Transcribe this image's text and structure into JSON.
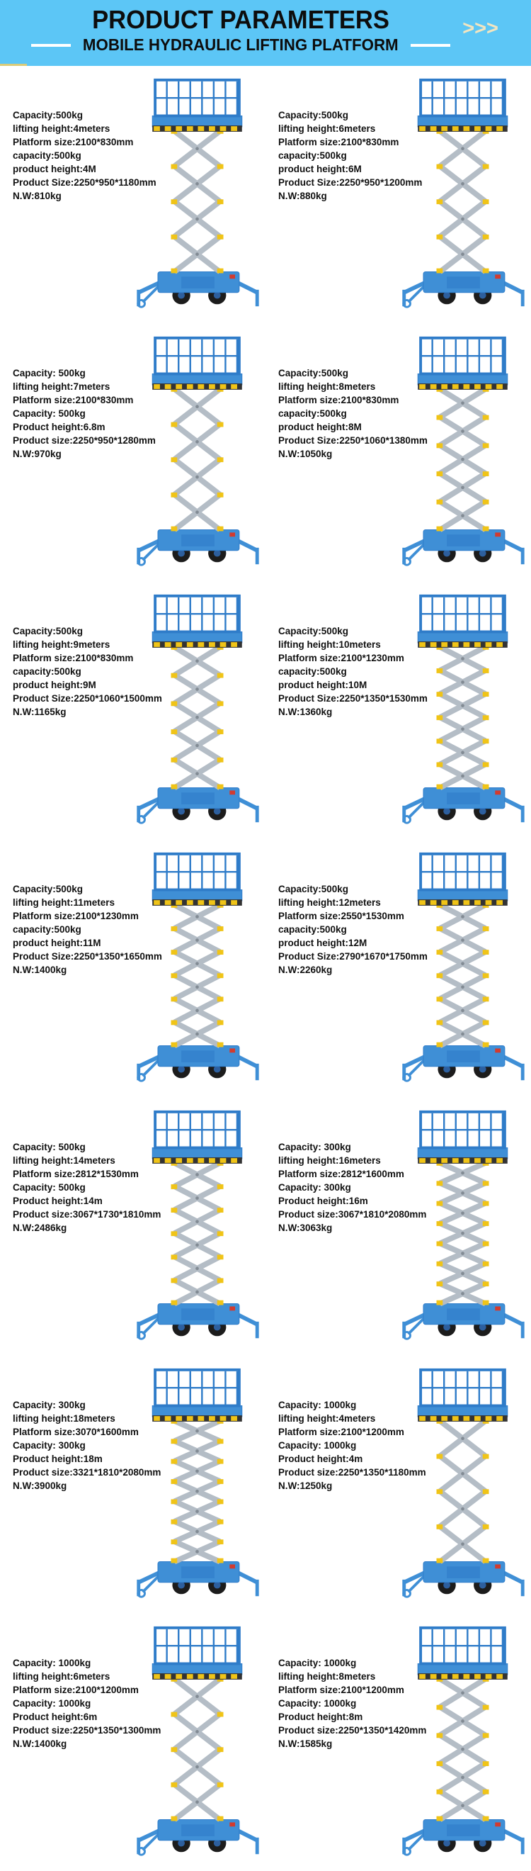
{
  "header": {
    "title": "PRODUCT PARAMETERS",
    "subtitle": "MOBILE HYDRAULIC LIFTING PLATFORM",
    "chevrons": ">>>",
    "background_color": "#5cc6f6",
    "text_color": "#0d0d0d",
    "dash_color": "#ffffff",
    "chevron_color": "#f2e5c0",
    "accent_line_color": "#d9cb79"
  },
  "illustration_colors": {
    "platform_blue": "#3f8fd6",
    "railing_blue": "#2f7cc9",
    "scissor_gray": "#b4bdc6",
    "hazard_yellow": "#f0c417",
    "wheel_black": "#1c1c1c",
    "hub_blue": "#2d5f9e"
  },
  "products": [
    {
      "id": "500kg-4m",
      "scissors": 4,
      "specs": [
        "Capacity:500kg",
        "lifting height:4meters",
        "Platform size:2100*830mm",
        "capacity:500kg",
        "product height:4M",
        "Product Size:2250*950*1180mm",
        "N.W:810kg"
      ]
    },
    {
      "id": "500kg-6m",
      "scissors": 4,
      "specs": [
        "Capacity:500kg",
        "lifting height:6meters",
        "Platform size:2100*830mm",
        "capacity:500kg",
        "product height:6M",
        "Product Size:2250*950*1200mm",
        "N.W:880kg"
      ]
    },
    {
      "id": "500kg-7m",
      "scissors": 4,
      "specs": [
        "Capacity: 500kg",
        "lifting height:7meters",
        "Platform size:2100*830mm",
        "Capacity: 500kg",
        "Product height:6.8m",
        "Product size:2250*950*1280mm",
        "N.W:970kg"
      ]
    },
    {
      "id": "500kg-8m",
      "scissors": 5,
      "specs": [
        "Capacity:500kg",
        "lifting height:8meters",
        "Platform size:2100*830mm",
        "capacity:500kg",
        "product height:8M",
        "Product Size:2250*1060*1380mm",
        "N.W:1050kg"
      ]
    },
    {
      "id": "500kg-9m",
      "scissors": 5,
      "specs": [
        "Capacity:500kg",
        "lifting height:9meters",
        "Platform size:2100*830mm",
        "capacity:500kg",
        "product height:9M",
        "Product Size:2250*1060*1500mm",
        "N.W:1165kg"
      ]
    },
    {
      "id": "500kg-10m",
      "scissors": 6,
      "specs": [
        "Capacity:500kg",
        "lifting height:10meters",
        "Platform size:2100*1230mm",
        "capacity:500kg",
        "product height:10M",
        "Product Size:2250*1350*1530mm",
        "N.W:1360kg"
      ]
    },
    {
      "id": "500kg-11m",
      "scissors": 6,
      "specs": [
        "Capacity:500kg",
        "lifting height:11meters",
        "Platform size:2100*1230mm",
        "capacity:500kg",
        "product height:11M",
        "Product Size:2250*1350*1650mm",
        "N.W:1400kg"
      ]
    },
    {
      "id": "500kg-12m",
      "scissors": 6,
      "specs": [
        "Capacity:500kg",
        "lifting height:12meters",
        "Platform size:2550*1530mm",
        "capacity:500kg",
        "product height:12M",
        "Product Size:2790*1670*1750mm",
        "N.W:2260kg"
      ]
    },
    {
      "id": "500kg-14m",
      "scissors": 6,
      "specs": [
        "Capacity: 500kg",
        "lifting height:14meters",
        "Platform size:2812*1530mm",
        "Capacity: 500kg",
        "Product height:14m",
        "Product size:3067*1730*1810mm",
        "N.W:2486kg"
      ]
    },
    {
      "id": "300kg-16m",
      "scissors": 7,
      "specs": [
        "Capacity: 300kg",
        "lifting height:16meters",
        "Platform size:2812*1600mm",
        "Capacity: 300kg",
        "Product height:16m",
        "Product size:3067*1810*2080mm",
        "N.W:3063kg"
      ]
    },
    {
      "id": "300kg-18m",
      "scissors": 7,
      "specs": [
        "Capacity: 300kg",
        "lifting height:18meters",
        "Platform size:3070*1600mm",
        "Capacity: 300kg",
        "Product height:18m",
        "Product size:3321*1810*2080mm",
        "N.W:3900kg"
      ]
    },
    {
      "id": "1000kg-4m",
      "scissors": 4,
      "specs": [
        "Capacity: 1000kg",
        "lifting height:4meters",
        "Platform size:2100*1200mm",
        "Capacity: 1000kg",
        "Product height:4m",
        "Product size:2250*1350*1180mm",
        "N.W:1250kg"
      ]
    },
    {
      "id": "1000kg-6m",
      "scissors": 4,
      "specs": [
        "Capacity: 1000kg",
        "lifting height:6meters",
        "Platform size:2100*1200mm",
        "Capacity: 1000kg",
        "Product height:6m",
        "Product size:2250*1350*1300mm",
        "N.W:1400kg"
      ]
    },
    {
      "id": "1000kg-8m",
      "scissors": 5,
      "specs": [
        "Capacity: 1000kg",
        "lifting height:8meters",
        "Platform size:2100*1200mm",
        "Capacity: 1000kg",
        "Product height:8m",
        "Product size:2250*1350*1420mm",
        "N.W:1585kg"
      ]
    }
  ]
}
